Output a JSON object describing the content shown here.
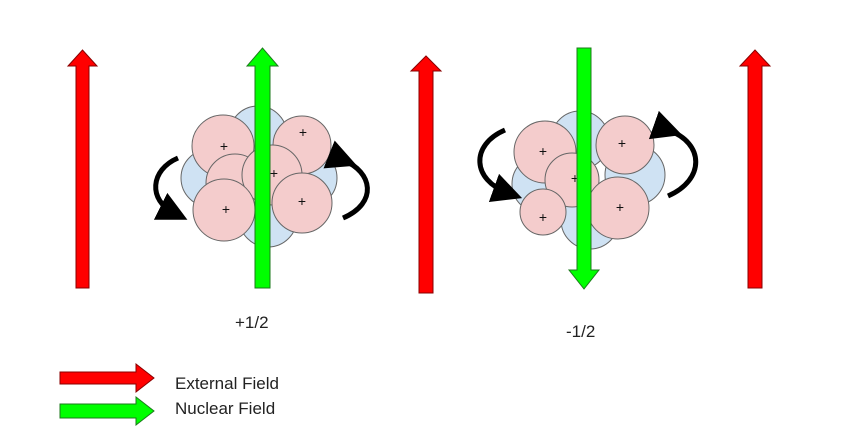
{
  "spin_states": [
    {
      "label": "+1/2",
      "nuclear_field_direction": "up"
    },
    {
      "label": "-1/2",
      "nuclear_field_direction": "down"
    }
  ],
  "nucleon_symbol": "+",
  "legend": [
    {
      "label": "External Field",
      "color": "#ff0000",
      "icon": "red-arrow-icon"
    },
    {
      "label": "Nuclear Field",
      "color": "#00ff00",
      "icon": "green-arrow-icon"
    }
  ],
  "colors": {
    "external_field": "#ff0000",
    "nuclear_field": "#00ff00",
    "proton": "#f4cccc",
    "neutron": "#cfe2f3",
    "outline": "#666666",
    "rotation_arrow": "#000000"
  }
}
